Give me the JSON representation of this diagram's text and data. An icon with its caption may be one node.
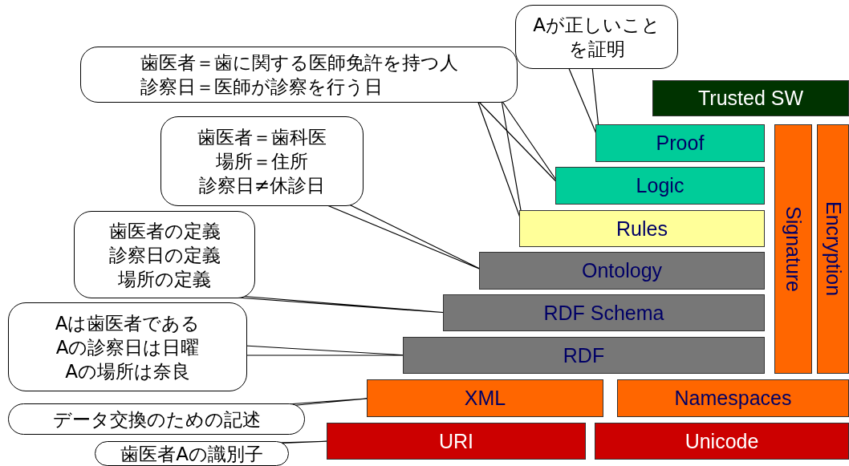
{
  "diagram": {
    "nodes": [
      {
        "text": [
          "Trusted SW"
        ]
      },
      {
        "text": [
          "Proof"
        ]
      },
      {
        "text": [
          "Logic"
        ]
      },
      {
        "text": [
          "Rules"
        ]
      },
      {
        "text": [
          "Ontology"
        ]
      },
      {
        "text": [
          "RDF Schema"
        ]
      },
      {
        "text": [
          "RDF"
        ]
      },
      {
        "text": [
          "Signature"
        ]
      },
      {
        "text": [
          "Encryption"
        ]
      },
      {
        "text": [
          "XML"
        ]
      },
      {
        "text": [
          "Namespaces"
        ]
      },
      {
        "text": [
          "URI"
        ]
      },
      {
        "text": [
          "Unicode"
        ]
      },
      {
        "text": [
          "Aが正しいことを証明"
        ]
      },
      {
        "text": [
          "歯医者＝歯に関する医師免許を持つ人",
          "診察日＝医師が診察を行う日"
        ]
      },
      {
        "text": [
          "歯医者＝歯科医",
          "場所＝住所",
          "診察日≠休診日"
        ]
      },
      {
        "text": [
          "歯医者の定義",
          "診察日の定義",
          "場所の定義"
        ]
      },
      {
        "text": [
          "Aは歯医者である",
          "Aの診察日は日曜",
          "Aの場所は奈良"
        ]
      },
      {
        "text": [
          "データ交換のための記述"
        ]
      },
      {
        "text": [
          "歯医者Aの識別子"
        ]
      }
    ],
    "edges": [
      {
        "from": 13,
        "to": 1,
        "arrow": "none"
      },
      {
        "from": 14,
        "to": 2,
        "arrow": "none"
      },
      {
        "from": 14,
        "to": 3,
        "arrow": "none"
      },
      {
        "from": 15,
        "to": 4,
        "arrow": "none"
      },
      {
        "from": 16,
        "to": 5,
        "arrow": "none"
      },
      {
        "from": 17,
        "to": 6,
        "arrow": "none"
      },
      {
        "from": 18,
        "to": 9,
        "arrow": "none"
      },
      {
        "from": 19,
        "to": 11,
        "arrow": "none"
      }
    ]
  }
}
